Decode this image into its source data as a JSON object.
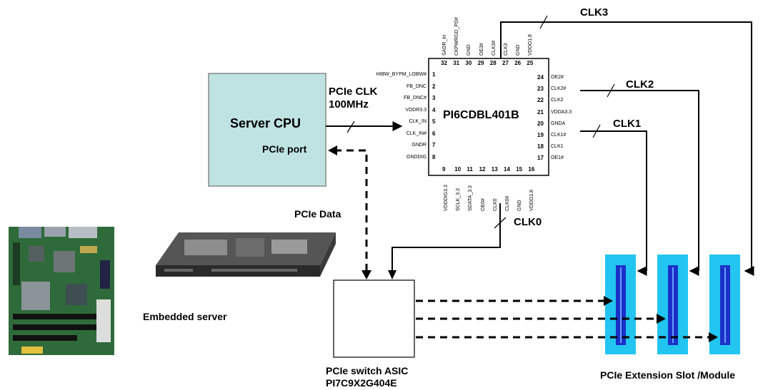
{
  "cpu": {
    "title": "Server CPU",
    "port": "PCIe port",
    "fill": "#bfe3e3"
  },
  "clock_input": {
    "label_line1": "PCIe CLK",
    "label_line2": "100MHz"
  },
  "chip": {
    "name": "PI6CDBL401B",
    "pins_left": [
      {
        "num": "1",
        "name": "HIBW_BYPM_LOBW#"
      },
      {
        "num": "2",
        "name": "FB_DNC"
      },
      {
        "num": "3",
        "name": "FB_DNC#"
      },
      {
        "num": "4",
        "name": "VDDR3.3"
      },
      {
        "num": "5",
        "name": "CLK_IN"
      },
      {
        "num": "6",
        "name": "CLK_IN#"
      },
      {
        "num": "7",
        "name": "GNDR"
      },
      {
        "num": "8",
        "name": "GNDDIG"
      }
    ],
    "pins_right": [
      {
        "num": "24",
        "name": "OE2#"
      },
      {
        "num": "23",
        "name": "CLK2#"
      },
      {
        "num": "22",
        "name": "CLK2"
      },
      {
        "num": "21",
        "name": "VDDA3.3"
      },
      {
        "num": "20",
        "name": "GNDA"
      },
      {
        "num": "19",
        "name": "CLK1#"
      },
      {
        "num": "18",
        "name": "CLK1"
      },
      {
        "num": "17",
        "name": "OE1#"
      }
    ],
    "pins_top": [
      {
        "num": "32",
        "name": "SADR_tri"
      },
      {
        "num": "31",
        "name": "CKPWRGD_PD#"
      },
      {
        "num": "30",
        "name": "GND"
      },
      {
        "num": "29",
        "name": "OE3#"
      },
      {
        "num": "28",
        "name": "CLK3#"
      },
      {
        "num": "27",
        "name": "CLK3"
      },
      {
        "num": "26",
        "name": "GND"
      },
      {
        "num": "25",
        "name": "VDDO1.8"
      }
    ],
    "pins_bottom": [
      {
        "num": "9",
        "name": "VDDDIG3.3"
      },
      {
        "num": "10",
        "name": "SCLK_3.3"
      },
      {
        "num": "11",
        "name": "SDATA_3.3"
      },
      {
        "num": "12",
        "name": "OE0#"
      },
      {
        "num": "13",
        "name": "CLK0"
      },
      {
        "num": "14",
        "name": "CLK0#"
      },
      {
        "num": "15",
        "name": "GND"
      },
      {
        "num": "16",
        "name": "VDDO1.8"
      }
    ]
  },
  "clocks": {
    "clk0": "CLK0",
    "clk1": "CLK1",
    "clk2": "CLK2",
    "clk3": "CLK3"
  },
  "data_link": "PCIe Data",
  "switch": {
    "line1": "PCIe switch ASIC",
    "line2": "PI7C9X2G404E"
  },
  "embedded": "Embedded server",
  "slots": {
    "caption": "PCIe Extension Slot /Module",
    "count": 3,
    "outer_color": "#22c4f0",
    "inner_color": "#1a30c8"
  },
  "colors": {
    "board_green": "#2f6b3a",
    "chassis": "#2a2a2a"
  }
}
